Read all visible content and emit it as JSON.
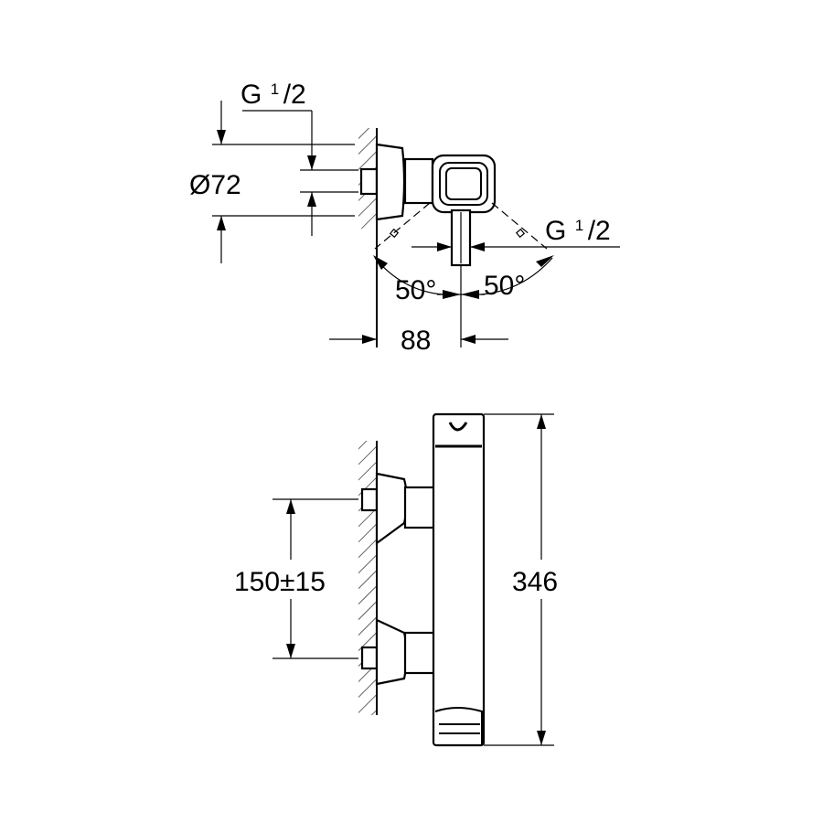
{
  "labels": {
    "pipe_thread_top": {
      "main": "G",
      "num": "1",
      "den": "/2"
    },
    "diameter": "Ø72",
    "pipe_thread_right": {
      "main": "G",
      "num": "1",
      "den": "/2"
    },
    "angle_left": "50°",
    "angle_right": "50°",
    "projection": "88",
    "inlet_spacing": "150±15",
    "height": "346"
  },
  "colors": {
    "line": "#000000",
    "background": "#ffffff"
  }
}
